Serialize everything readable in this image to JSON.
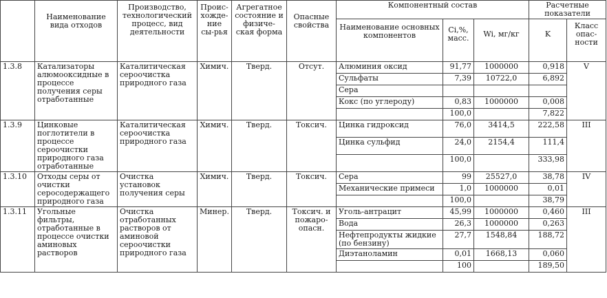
{
  "header": {
    "name": "Наименование вида отходов",
    "process": "Производство, технологический процесс, вид деятельности",
    "origin": "Проис-хожде-ние сы-рья",
    "state": "Агрегатное состояние и физиче-ская форма",
    "hazard": "Опасные свойства",
    "composition": "Компонентный состав",
    "calc": "Расчетные показатели",
    "comp_name": "Наименование основных компонентов",
    "ci": "Ci,%, масс.",
    "wi": "Wi, мг/кг",
    "k": "K",
    "cls": "Класс опас-ности"
  },
  "rows": [
    {
      "code": "1.3.8",
      "name": "Катализаторы алюмооксидные в процессе получения серы отработанные",
      "process": "Каталитическая сероочистка природного газа",
      "origin": "Химич.",
      "state": "Тверд.",
      "hazard": "Отсут.",
      "cls": "V",
      "components": [
        {
          "name": "Алюминия оксид",
          "ci": "91,77",
          "wi": "1000000",
          "k": "0,918"
        },
        {
          "name": "Сульфаты",
          "ci": "7,39",
          "wi": "10722,0",
          "k": "6,892"
        },
        {
          "name": "Сера",
          "ci": "",
          "wi": "",
          "k": ""
        },
        {
          "name": "Кокс (по углероду)",
          "ci": "0,83",
          "wi": "1000000",
          "k": "0,008"
        },
        {
          "name": "",
          "ci": "100,0",
          "wi": "",
          "k": "7,822"
        }
      ]
    },
    {
      "code": "1.3.9",
      "name": "Цинковые поглотители в процессе сероочистки природного газа отработанные",
      "process": "Каталитическая сероочистка природного газа",
      "origin": "Химич.",
      "state": "Тверд.",
      "hazard": "Токсич.",
      "cls": "III",
      "components": [
        {
          "name": "Цинка гидроксид",
          "ci": "76,0",
          "wi": "3414,5",
          "k": "222,58"
        },
        {
          "name": "Цинка сульфид",
          "ci": "24,0",
          "wi": "2154,4",
          "k": "111,4"
        },
        {
          "name": "",
          "ci": "100,0",
          "wi": "",
          "k": "333,98"
        }
      ]
    },
    {
      "code": "1.3.10",
      "name": "Отходы серы от очистки серосодержащего природного газа",
      "process": "Очистка установок получения серы",
      "origin": "Химич.",
      "state": "Тверд.",
      "hazard": "Токсич.",
      "cls": "IV",
      "components": [
        {
          "name": "Сера",
          "ci": "99",
          "wi": "25527,0",
          "k": "38,78"
        },
        {
          "name": "Механические примеси",
          "ci": "1,0",
          "wi": "1000000",
          "k": "0,01"
        },
        {
          "name": "",
          "ci": "100,0",
          "wi": "",
          "k": "38,79"
        }
      ]
    },
    {
      "code": "1.3.11",
      "name": "Угольные фильтры, отработанные в процессе очистки аминовых растворов",
      "process": "Очистка отработанных растворов от аминовой сероочистки природного газа",
      "origin": "Минер.",
      "state": "Тверд.",
      "hazard": "Токсич. и пожаро-опасн.",
      "cls": "III",
      "components": [
        {
          "name": "Уголь-антрацит",
          "ci": "45,99",
          "wi": "1000000",
          "k": "0,460"
        },
        {
          "name": "Вода",
          "ci": "26,3",
          "wi": "1000000",
          "k": "0,263"
        },
        {
          "name": "Нефтепродукты жидкие (по бензину)",
          "ci": "27,7",
          "wi": "1548,84",
          "k": "188,72"
        },
        {
          "name": "Диэтаноламин",
          "ci": "0,01",
          "wi": "1668,13",
          "k": "0,060"
        },
        {
          "name": "",
          "ci": "100",
          "wi": "",
          "k": "189,50"
        }
      ]
    }
  ]
}
